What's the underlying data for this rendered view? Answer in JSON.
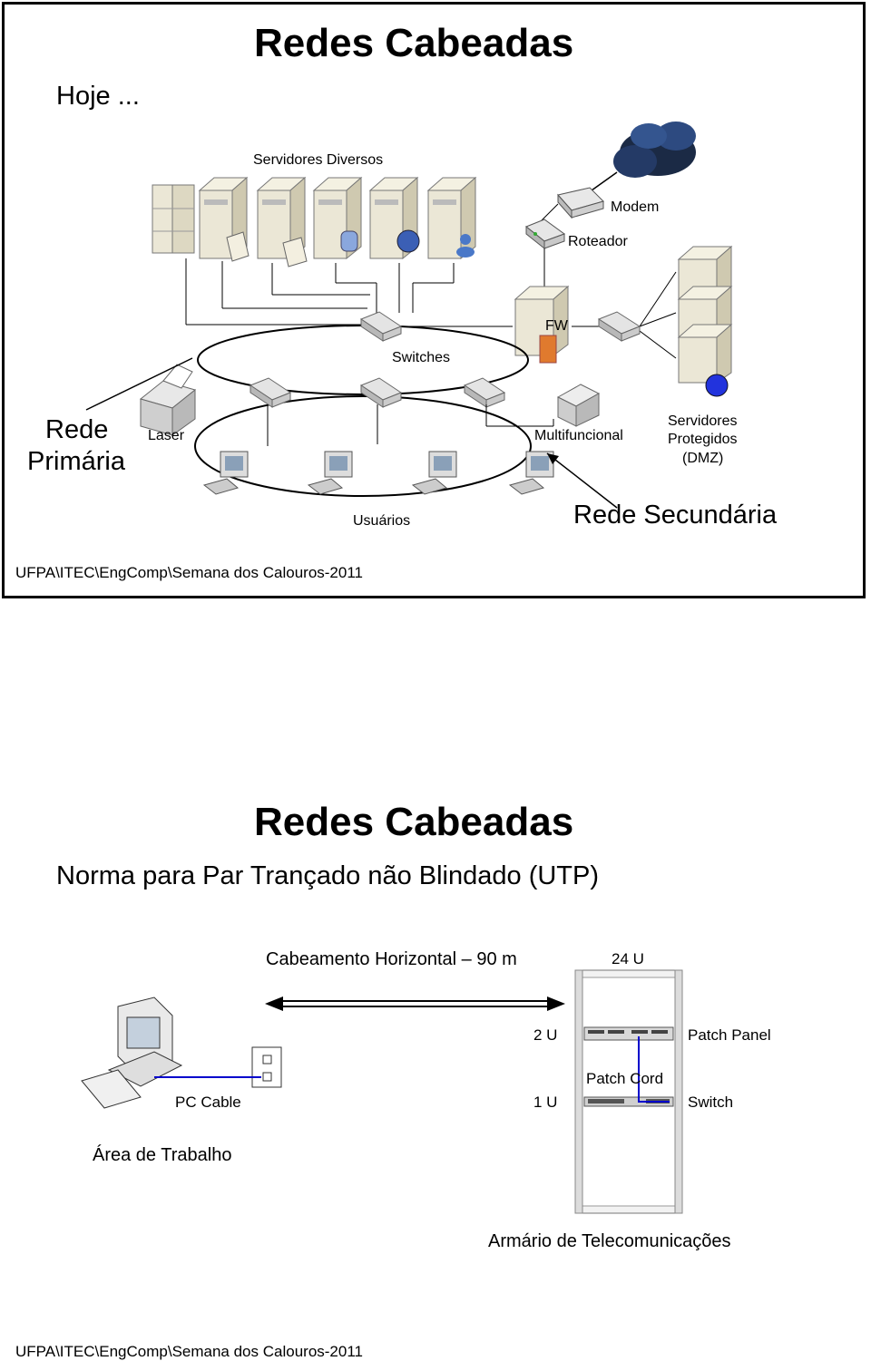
{
  "slide1": {
    "title": "Redes Cabeadas",
    "subtitle": "Hoje ...",
    "labels": {
      "servers": "Servidores Diversos",
      "modem": "Modem",
      "router": "Roteador",
      "firewall": "FW",
      "switches": "Switches",
      "laser": "Laser",
      "multifunction": "Multifuncional",
      "protected_line1": "Servidores",
      "protected_line2": "Protegidos",
      "protected_line3": "(DMZ)",
      "users": "Usuários"
    },
    "primary_line1": "Rede",
    "primary_line2": "Primária",
    "secondary": "Rede Secundária",
    "footer": "UFPA\\ITEC\\EngComp\\Semana dos Calouros-2011"
  },
  "slide2": {
    "title": "Redes Cabeadas",
    "subtitle": "Norma para Par Trançado não Blindado (UTP)",
    "horizontal": "Cabeamento Horizontal – 90 m",
    "rack_units": "24 U",
    "u2": "2 U",
    "u1": "1 U",
    "patch_panel": "Patch Panel",
    "patch_cord": "Patch Cord",
    "switch": "Switch",
    "pc_cable": "PC Cable",
    "work_area": "Área de Trabalho",
    "telecom": "Armário de Telecomunicações",
    "footer": "UFPA\\ITEC\\EngComp\\Semana dos Calouros-2011"
  }
}
